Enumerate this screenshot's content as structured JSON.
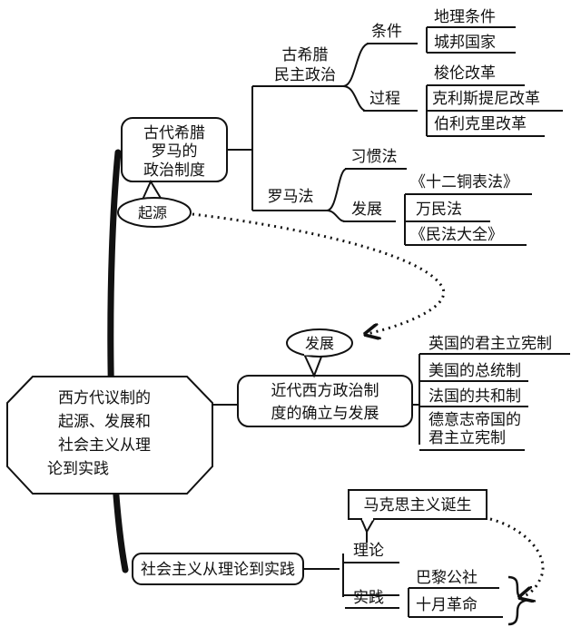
{
  "root": {
    "lines": [
      "西方代议制的",
      "起源、发展和",
      "社会主义从理",
      "论到实践"
    ]
  },
  "ancient": {
    "lines": [
      "古代希腊",
      "罗马的",
      "政治制度"
    ],
    "callout": "起源",
    "greece": {
      "lines": [
        "古希腊",
        "民主政治"
      ],
      "conditions": {
        "label": "条件",
        "items": [
          "地理条件",
          "城邦国家"
        ]
      },
      "process": {
        "label": "过程",
        "items": [
          "梭伦改革",
          "克利斯提尼改革",
          "伯利克里改革"
        ]
      }
    },
    "rome": {
      "label": "罗马法",
      "habit": "习惯法",
      "development": {
        "label": "发展",
        "items": [
          "《十二铜表法》",
          "万民法",
          "《民法大全》"
        ]
      }
    }
  },
  "modern": {
    "lines": [
      "近代西方政治制",
      "度的确立与发展"
    ],
    "callout": "发展",
    "items": [
      {
        "lines": [
          "英国的君主立宪制"
        ]
      },
      {
        "lines": [
          "美国的总统制"
        ]
      },
      {
        "lines": [
          "法国的共和制"
        ]
      },
      {
        "lines": [
          "德意志帝国的",
          "君主立宪制"
        ]
      }
    ]
  },
  "socialism": {
    "label": "社会主义从理论到实践",
    "theory": {
      "label": "理论",
      "callout": "马克思主义诞生"
    },
    "practice": {
      "label": "实践",
      "items": [
        "巴黎公社",
        "十月革命"
      ]
    }
  }
}
